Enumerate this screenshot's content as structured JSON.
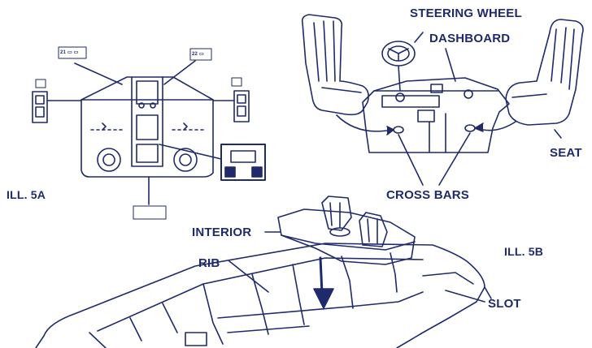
{
  "labels": {
    "steering_wheel": "STEERING WHEEL",
    "dashboard": "DASHBOARD",
    "seat": "SEAT",
    "cross_bars": "CROSS BARS",
    "ill_5a": "ILL. 5A",
    "ill_5b": "ILL. 5B",
    "interior": "INTERIOR",
    "rib": "RIB",
    "slot": "SLOT"
  },
  "colors": {
    "ink": "#1f2a6b",
    "paper": "#ffffff"
  },
  "decal_sheet_note": "decal part callouts shown as illegible small print"
}
